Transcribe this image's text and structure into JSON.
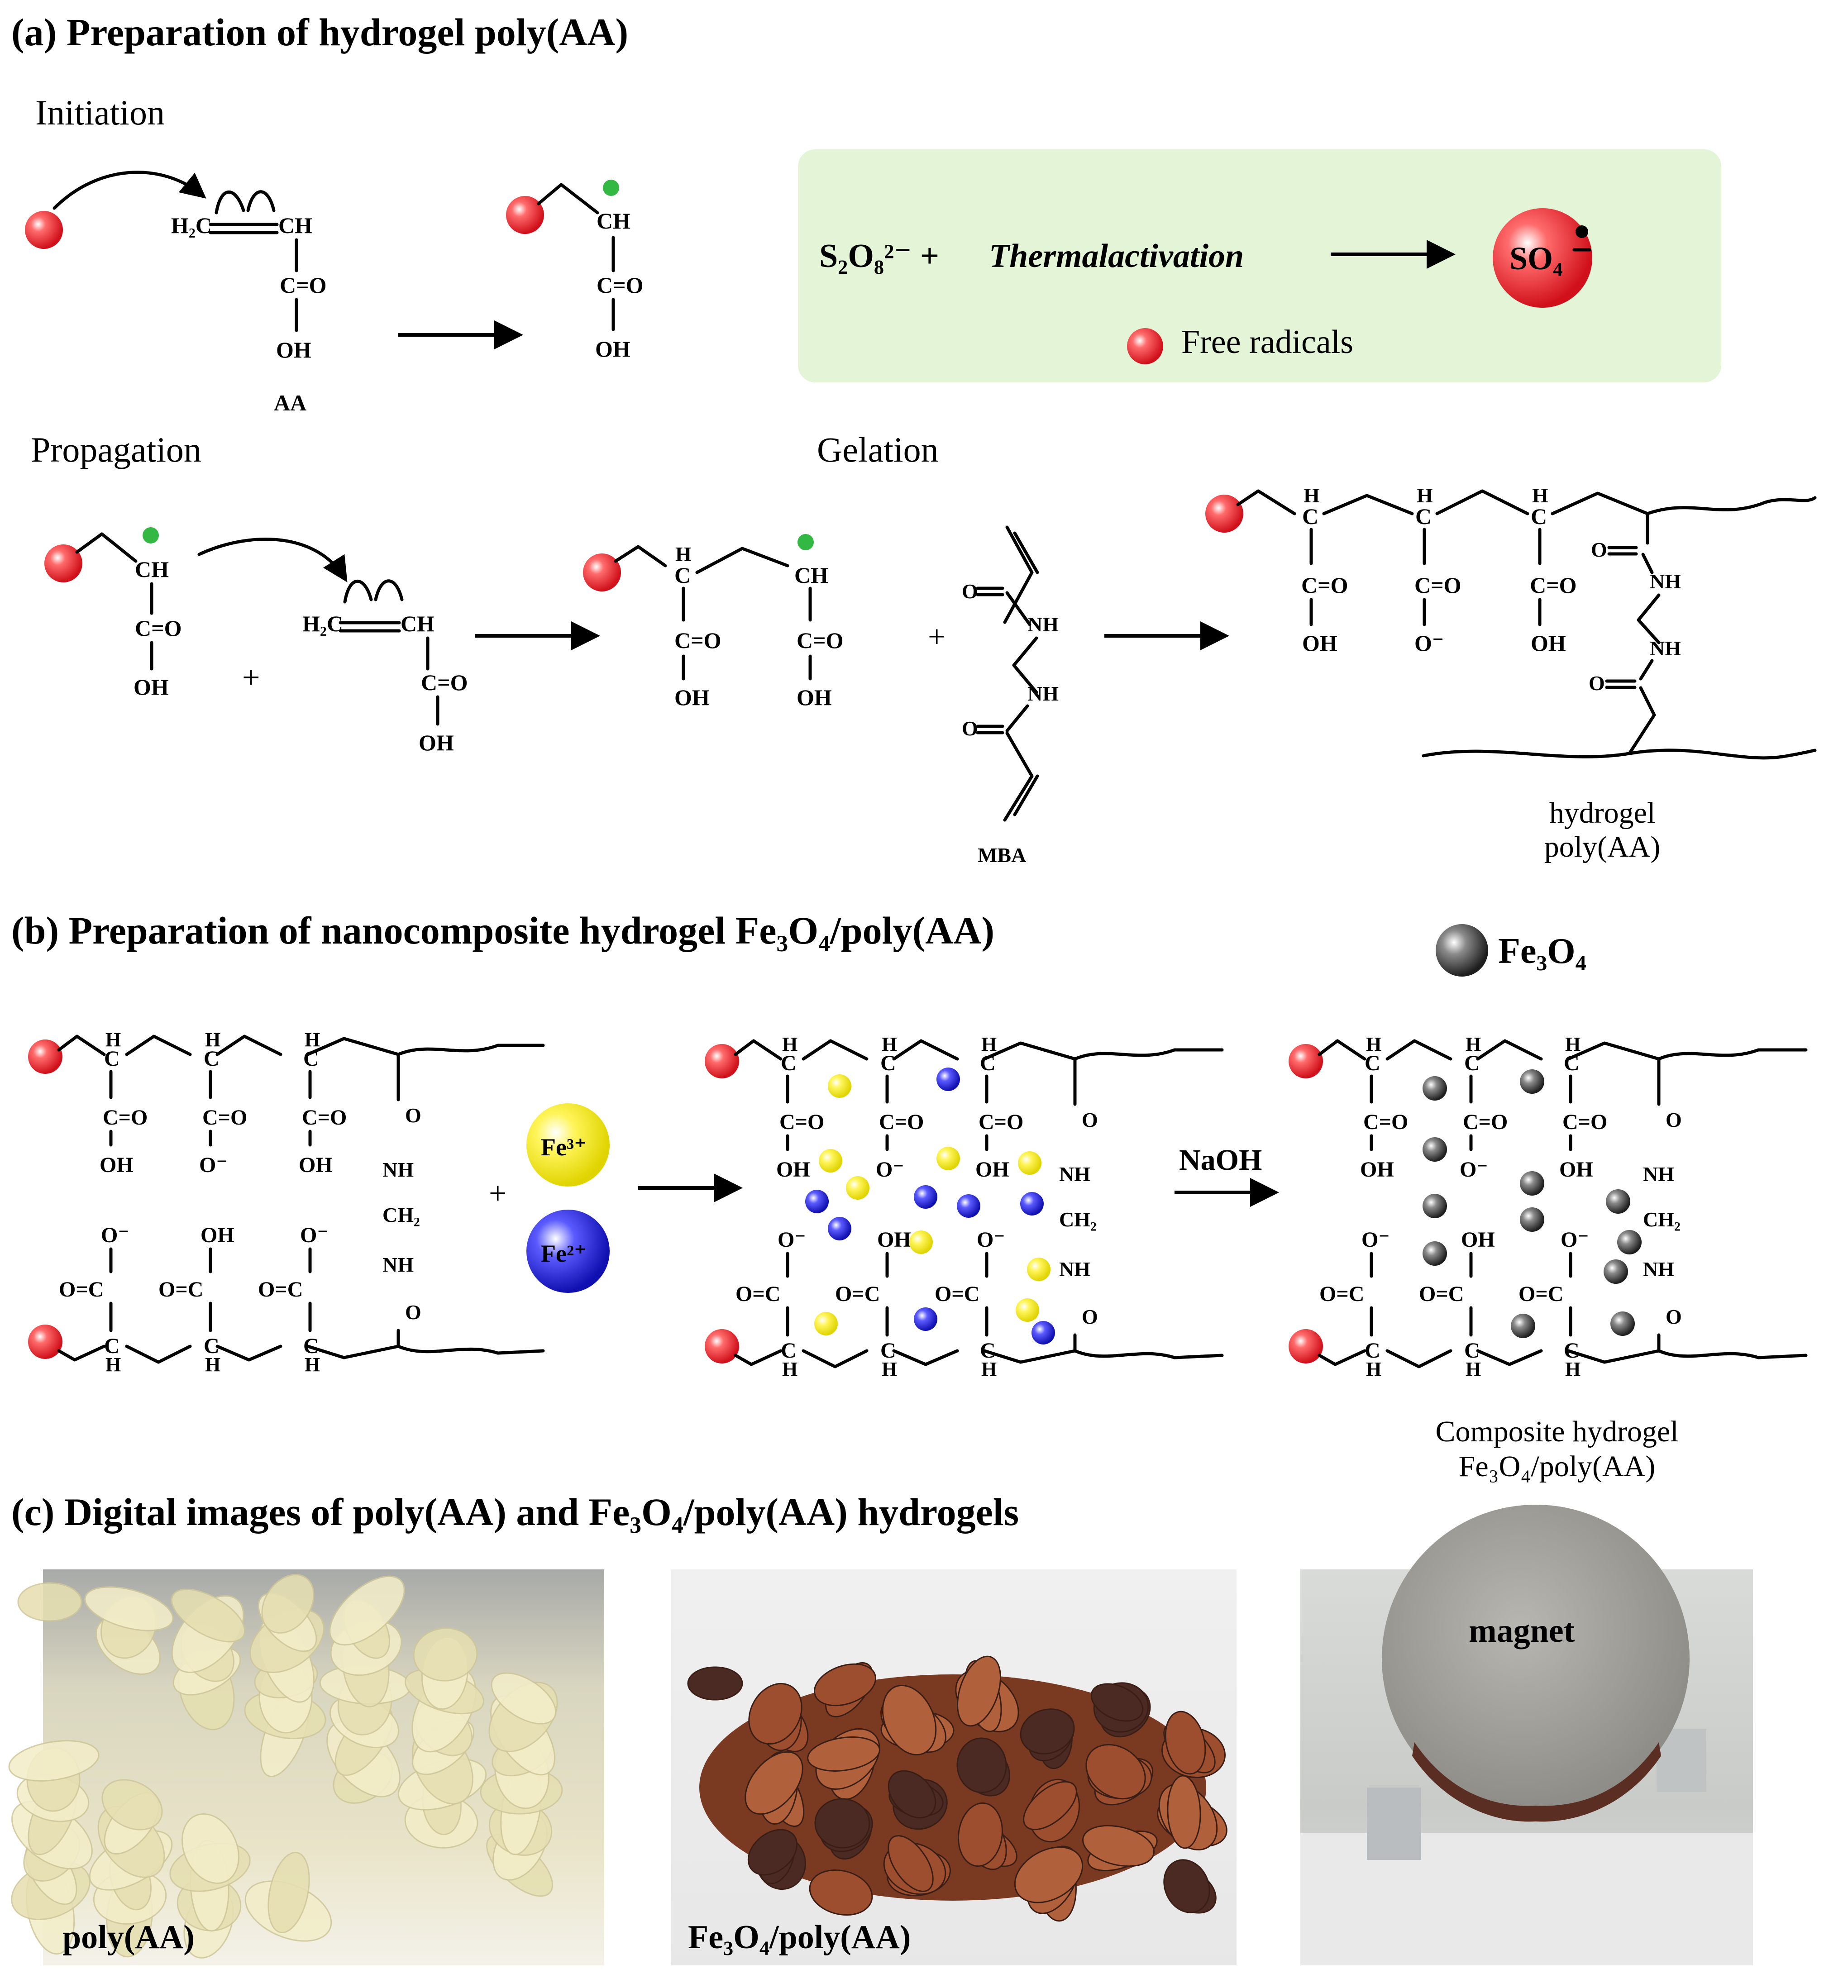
{
  "colors": {
    "radical": "#e8262b",
    "green_dot": "#33b843",
    "fe3": "#f2ea12",
    "fe2": "#2323d6",
    "fe3o4": "#3a3a3a",
    "box": "#e3f5d6"
  },
  "panel_a": {
    "title": "(a)  Preparation  of  hydrogel  poly(AA)",
    "initiation": "Initiation",
    "propagation": "Propagation",
    "gelation": "Gelation",
    "aa_label": "AA",
    "mba_label": "MBA",
    "box": {
      "s2o8": "S₂O₈²⁻ + ",
      "thermal": "Thermalactivation",
      "so4": "SO₄",
      "free_radicals": "Free radicals"
    },
    "product_label_1": "hydrogel",
    "product_label_2": "poly(AA)"
  },
  "panel_b": {
    "title": "(b)  Preparation  of  nanocomposite  hydrogel   Fe₃O₄/poly(AA)",
    "fe3o4_legend": "Fe₃O₄",
    "fe3": "Fe³⁺",
    "fe2": "Fe²⁺",
    "naoh": "NaOH",
    "product_label_1": "Composite  hydrogel",
    "product_label_2": "Fe₃O₄/poly(AA)"
  },
  "panel_c": {
    "title": "(c)  Digital  images of  poly(AA) and Fe₃O₄/poly(AA)  hydrogels",
    "photo1_label": "poly(AA)",
    "photo2_label": "Fe₃O₄/poly(AA)",
    "photo3_label": "magnet"
  },
  "chem": {
    "ch": "CH",
    "h2c": "H₂C",
    "co": "C=O",
    "oh": "OH",
    "c": "C",
    "h": "H",
    "o_minus": "O⁻",
    "nh": "NH",
    "ch2": "CH₂",
    "o": "O",
    "oc": "O=C",
    "plus": "+"
  }
}
